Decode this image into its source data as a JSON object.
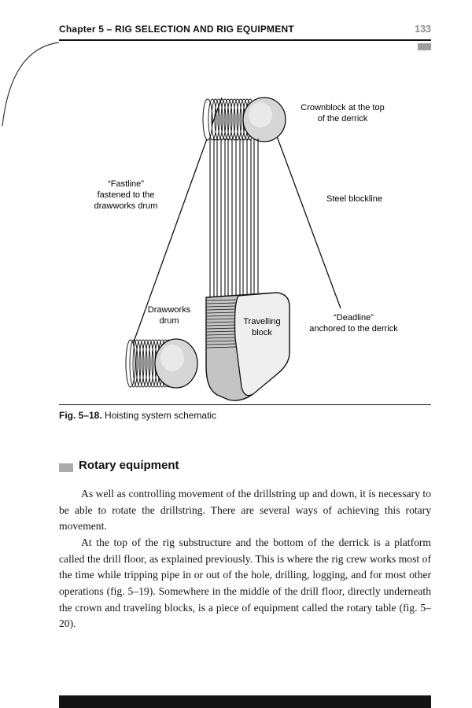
{
  "colors": {
    "text": "#111111",
    "page_number_gray": "#8f8f8f",
    "accent_square_gray": "#9e9e9e",
    "section_square_gray": "#ababab",
    "footer_bar_black": "#141414",
    "drum_face_gray": "#d6d6d6",
    "block_face_light": "#efefef",
    "block_side_gray": "#c4c4c4"
  },
  "header": {
    "chapter": "Chapter 5 – RIG SELECTION AND RIG EQUIPMENT",
    "page_number": "133"
  },
  "figure": {
    "labels": {
      "crownblock": [
        "Crownblock at the top",
        "of the derrick"
      ],
      "fastline": [
        "“Fastline”",
        "fastened to the",
        "drawworks drum"
      ],
      "steel_blockline": [
        "Steel blockline"
      ],
      "drawworks": [
        "Drawworks",
        "drum"
      ],
      "travelling_block": [
        "Travelling",
        "block"
      ],
      "deadline": [
        "“Deadline”",
        "anchored to the derrick"
      ]
    },
    "caption": {
      "number": "Fig. 5–18.",
      "title": " Hoisting system schematic"
    }
  },
  "section": {
    "heading": "Rotary equipment",
    "paragraphs": [
      "As well as controlling movement of the drillstring up and down, it is necessary to be able to rotate the drillstring. There are several ways of achieving this rotary movement.",
      "At the top of the rig substructure and the bottom of the derrick is a platform called the drill floor, as explained previously. This is where the rig crew works most of the time while tripping pipe in or out of the hole, drilling, logging, and for most other operations (fig. 5–19). Somewhere in the middle of the drill floor, directly underneath the crown and traveling blocks, is a piece of equipment called the rotary table (fig. 5–20)."
    ]
  }
}
